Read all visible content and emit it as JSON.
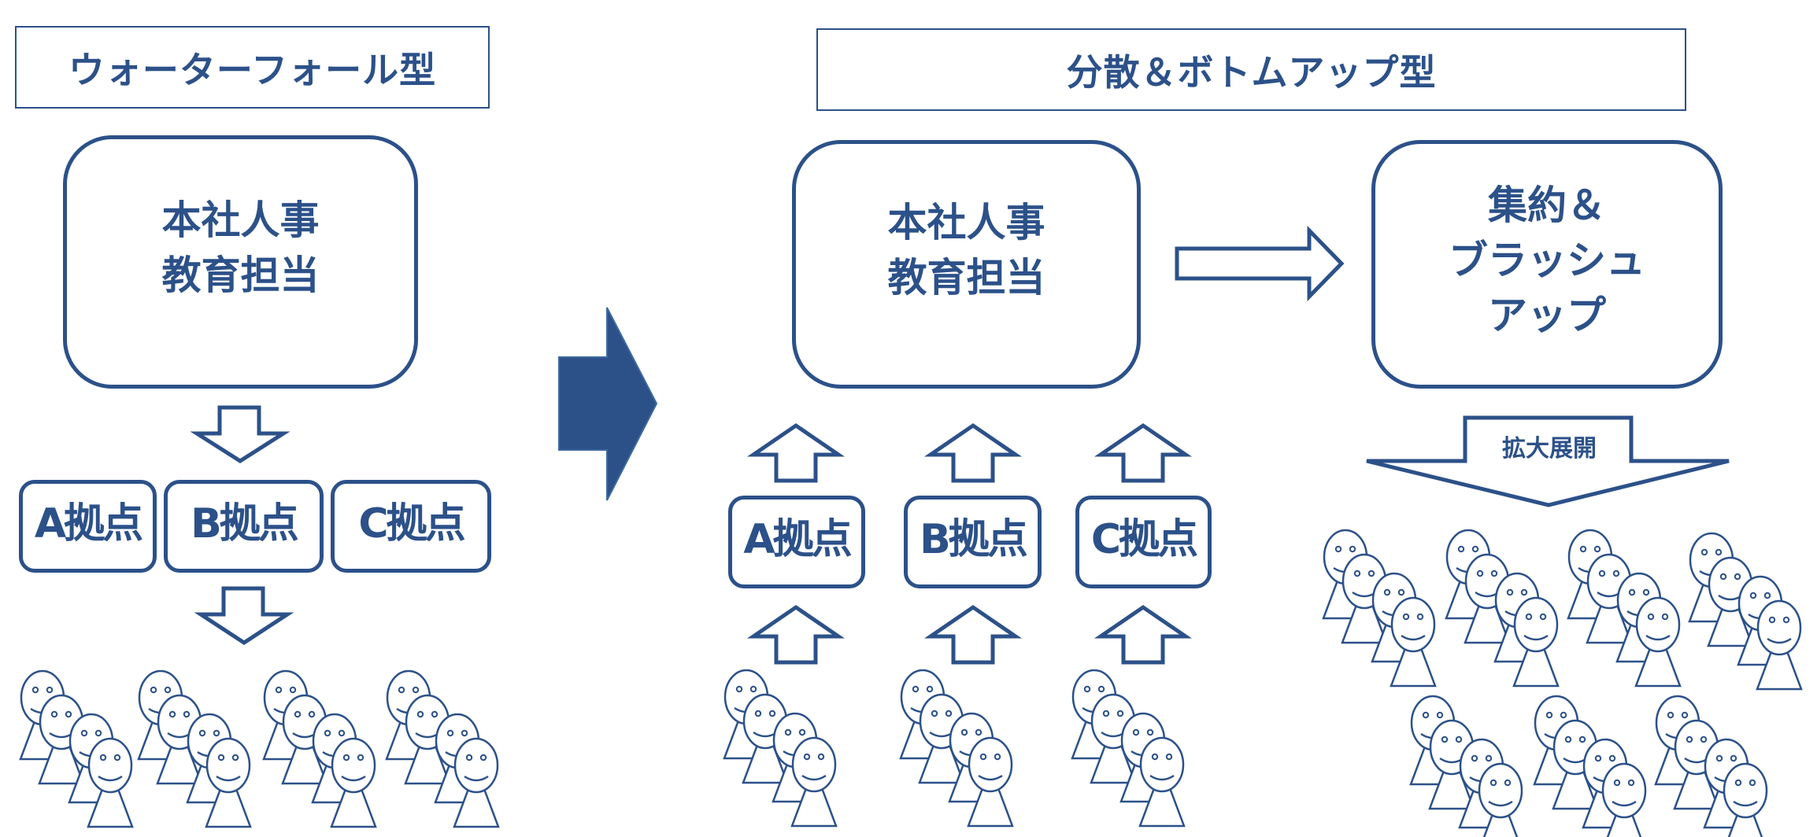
{
  "colors": {
    "primary": "#2c5189",
    "background": "#ffffff"
  },
  "waterfall": {
    "title": "ウォーターフォール型",
    "hq_line1": "本社人事",
    "hq_line2": "教育担当",
    "sites": [
      "A拠点",
      "B拠点",
      "C拠点"
    ],
    "people_groups": 4,
    "people_per_group": 4
  },
  "bottomup": {
    "title": "分散＆ボトムアップ型",
    "hq_line1": "本社人事",
    "hq_line2": "教育担当",
    "sites": [
      "A拠点",
      "B拠点",
      "C拠点"
    ],
    "people_groups": 3,
    "people_per_group": 4,
    "consolidate_line1": "集約＆",
    "consolidate_line2": "ブラッシュ",
    "consolidate_line3": "アップ",
    "expand_label": "拡大展開",
    "expanded_people_groups": 7
  },
  "icons": {
    "transition": "block-arrow-right-icon",
    "flow_down": "hollow-arrow-down-icon",
    "flow_up": "hollow-arrow-up-icon",
    "flow_right": "hollow-arrow-right-icon",
    "person": "smiley-person-icon"
  }
}
